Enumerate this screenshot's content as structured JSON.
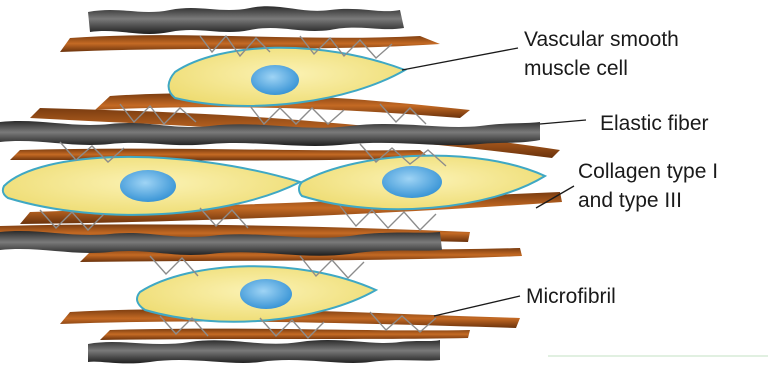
{
  "labels": {
    "smooth_muscle_line1": "Vascular smooth",
    "smooth_muscle_line2": "muscle cell",
    "elastic_fiber": "Elastic fiber",
    "collagen_line1": "Collagen type I",
    "collagen_line2": "and type III",
    "microfibril": "Microfibril"
  },
  "colors": {
    "cell_fill": "#f3e58c",
    "cell_outline": "#3fa8c4",
    "nucleus": "#4aa7e0",
    "elastic_fiber": "#4a4a4a",
    "collagen": "#a0521a",
    "microfibril": "#8c8c8c"
  }
}
